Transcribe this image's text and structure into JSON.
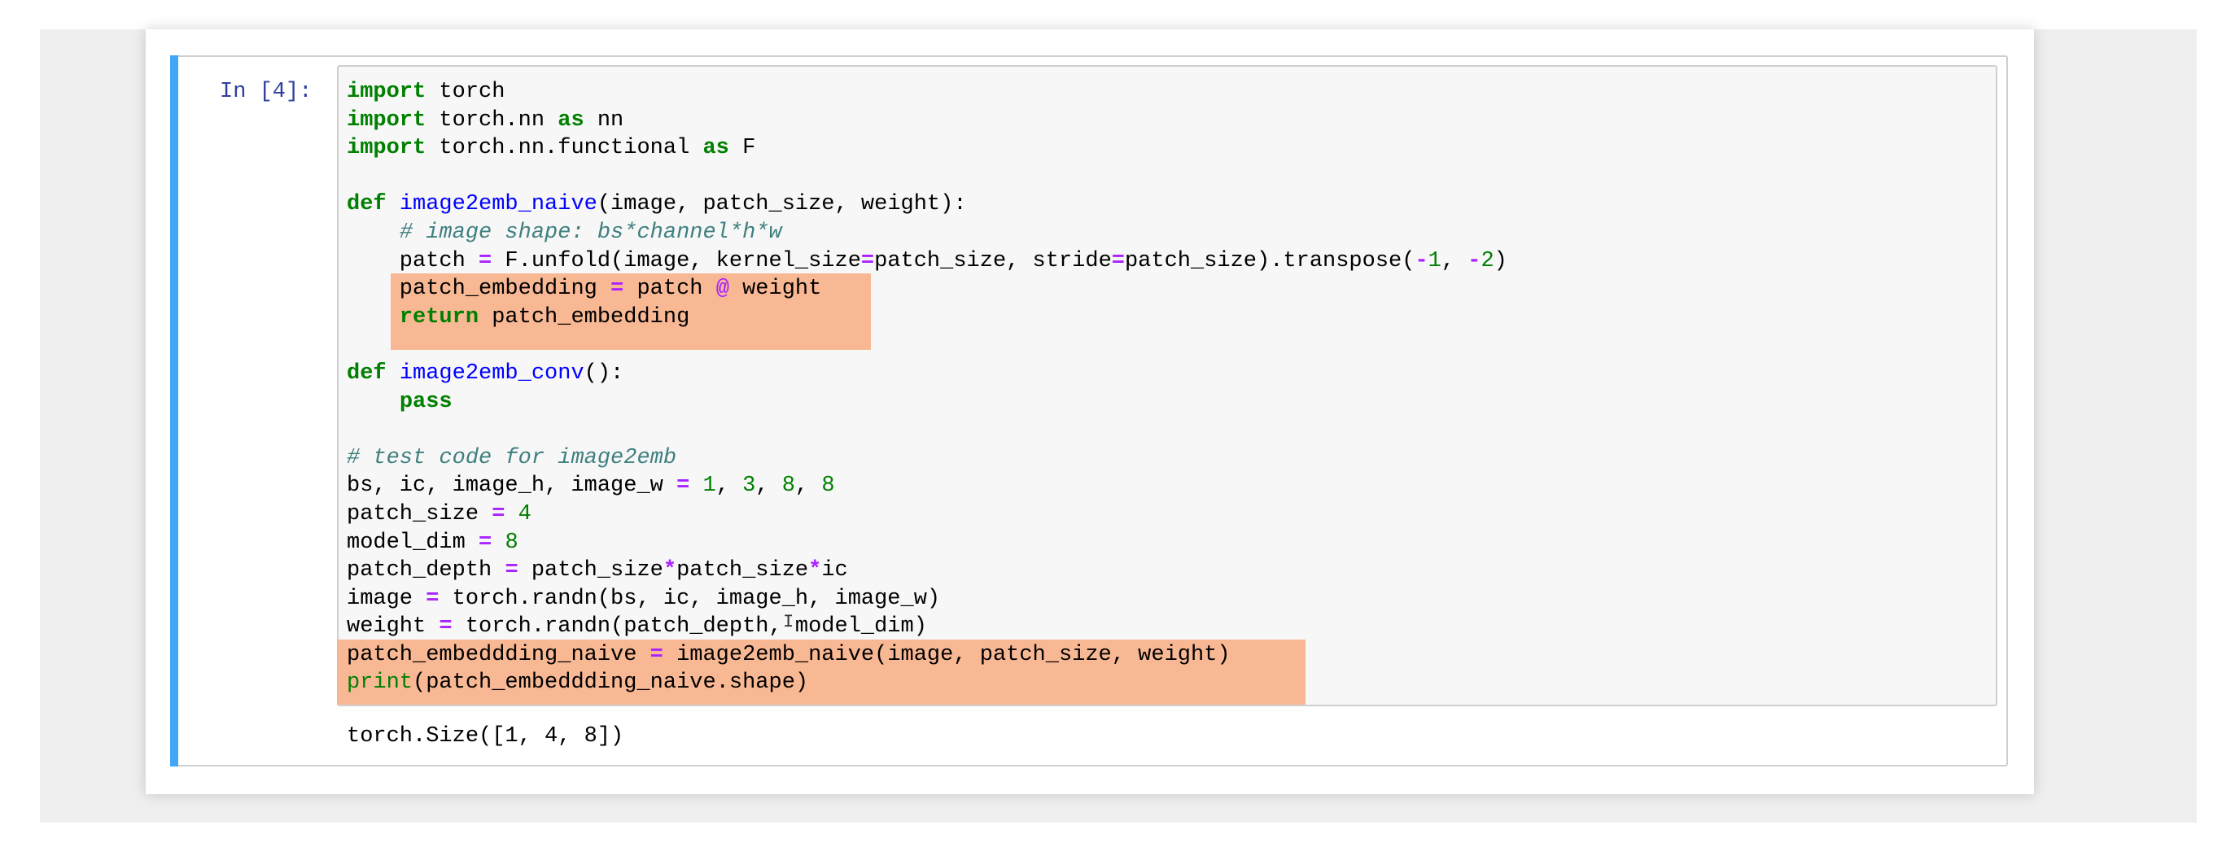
{
  "cell": {
    "prompt": "In [4]:",
    "code_lines": [
      [
        {
          "t": "import",
          "c": "kw"
        },
        {
          "t": " torch",
          "c": ""
        }
      ],
      [
        {
          "t": "import",
          "c": "kw"
        },
        {
          "t": " torch.nn ",
          "c": ""
        },
        {
          "t": "as",
          "c": "kw"
        },
        {
          "t": " nn",
          "c": ""
        }
      ],
      [
        {
          "t": "import",
          "c": "kw"
        },
        {
          "t": " torch.nn.functional ",
          "c": ""
        },
        {
          "t": "as",
          "c": "kw"
        },
        {
          "t": " F",
          "c": ""
        }
      ],
      [],
      [
        {
          "t": "def",
          "c": "kw"
        },
        {
          "t": " ",
          "c": ""
        },
        {
          "t": "image2emb_naive",
          "c": "fn"
        },
        {
          "t": "(image, patch_size, weight):",
          "c": ""
        }
      ],
      [
        {
          "t": "    ",
          "c": ""
        },
        {
          "t": "# image shape: bs*channel*h*w",
          "c": "cm"
        }
      ],
      [
        {
          "t": "    patch ",
          "c": ""
        },
        {
          "t": "=",
          "c": "op"
        },
        {
          "t": " F.unfold(image, kernel_size",
          "c": ""
        },
        {
          "t": "=",
          "c": "op"
        },
        {
          "t": "patch_size, stride",
          "c": ""
        },
        {
          "t": "=",
          "c": "op"
        },
        {
          "t": "patch_size).transpose(",
          "c": ""
        },
        {
          "t": "-",
          "c": "op"
        },
        {
          "t": "1",
          "c": "num"
        },
        {
          "t": ", ",
          "c": ""
        },
        {
          "t": "-",
          "c": "op"
        },
        {
          "t": "2",
          "c": "num"
        },
        {
          "t": ")",
          "c": ""
        }
      ],
      [
        {
          "t": "    patch_embedding ",
          "c": ""
        },
        {
          "t": "=",
          "c": "op"
        },
        {
          "t": " patch ",
          "c": ""
        },
        {
          "t": "@",
          "c": "op"
        },
        {
          "t": " weight",
          "c": ""
        }
      ],
      [
        {
          "t": "    ",
          "c": ""
        },
        {
          "t": "return",
          "c": "kw"
        },
        {
          "t": " patch_embedding",
          "c": ""
        }
      ],
      [],
      [
        {
          "t": "def",
          "c": "kw"
        },
        {
          "t": " ",
          "c": ""
        },
        {
          "t": "image2emb_conv",
          "c": "fn"
        },
        {
          "t": "():",
          "c": ""
        }
      ],
      [
        {
          "t": "    ",
          "c": ""
        },
        {
          "t": "pass",
          "c": "kw"
        }
      ],
      [],
      [
        {
          "t": "# test code for image2emb",
          "c": "cm"
        }
      ],
      [
        {
          "t": "bs, ic, image_h, image_w ",
          "c": ""
        },
        {
          "t": "=",
          "c": "op"
        },
        {
          "t": " ",
          "c": ""
        },
        {
          "t": "1",
          "c": "num"
        },
        {
          "t": ", ",
          "c": ""
        },
        {
          "t": "3",
          "c": "num"
        },
        {
          "t": ", ",
          "c": ""
        },
        {
          "t": "8",
          "c": "num"
        },
        {
          "t": ", ",
          "c": ""
        },
        {
          "t": "8",
          "c": "num"
        }
      ],
      [
        {
          "t": "patch_size ",
          "c": ""
        },
        {
          "t": "=",
          "c": "op"
        },
        {
          "t": " ",
          "c": ""
        },
        {
          "t": "4",
          "c": "num"
        }
      ],
      [
        {
          "t": "model_dim ",
          "c": ""
        },
        {
          "t": "=",
          "c": "op"
        },
        {
          "t": " ",
          "c": ""
        },
        {
          "t": "8",
          "c": "num"
        }
      ],
      [
        {
          "t": "patch_depth ",
          "c": ""
        },
        {
          "t": "=",
          "c": "op"
        },
        {
          "t": " patch_size",
          "c": ""
        },
        {
          "t": "*",
          "c": "op"
        },
        {
          "t": "patch_size",
          "c": ""
        },
        {
          "t": "*",
          "c": "op"
        },
        {
          "t": "ic",
          "c": ""
        }
      ],
      [
        {
          "t": "image ",
          "c": ""
        },
        {
          "t": "=",
          "c": "op"
        },
        {
          "t": " torch.randn(bs, ic, image_h, image_w)",
          "c": ""
        }
      ],
      [
        {
          "t": "weight ",
          "c": ""
        },
        {
          "t": "=",
          "c": "op"
        },
        {
          "t": " torch.randn(patch_depth, model_dim)",
          "c": ""
        }
      ],
      [
        {
          "t": "patch_embeddding_naive ",
          "c": ""
        },
        {
          "t": "=",
          "c": "op"
        },
        {
          "t": " image2emb_naive(image, patch_size, weight)",
          "c": ""
        }
      ],
      [
        {
          "t": "print",
          "c": "bi"
        },
        {
          "t": "(patch_embeddding_naive.shape)",
          "c": ""
        }
      ]
    ],
    "output": "torch.Size([1, 4, 8])"
  },
  "colors": {
    "selected_bar": "#42a5f5",
    "highlight": "#f8b088",
    "keyword": "#008000",
    "function_name": "#0000ff",
    "operator": "#aa22ff",
    "comment": "#408080"
  }
}
